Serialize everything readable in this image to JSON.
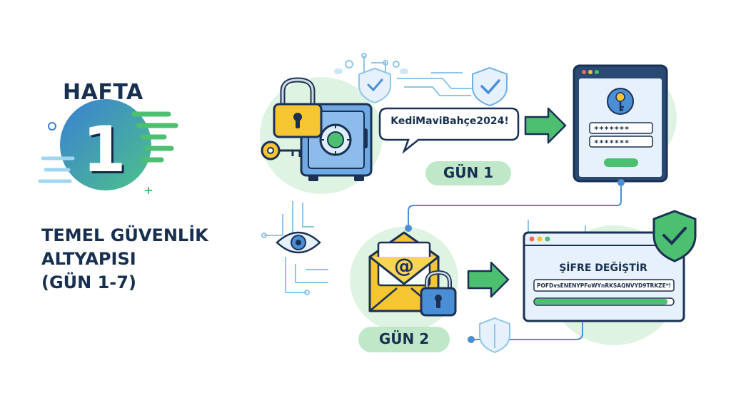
{
  "week": {
    "label": "HAFTA",
    "number": "1"
  },
  "title": {
    "line1": "TEMEL GÜVENLİK",
    "line2": "ALTYAPISI",
    "line3": "(GÜN 1-7)"
  },
  "day1": {
    "password_example": "KediMaviBahçe2024!",
    "badge": "GÜN 1",
    "masked_fields": [
      "*******",
      "*******"
    ]
  },
  "day2": {
    "email_symbol": "@",
    "badge": "GÜN 2",
    "window_title": "ŞİFRE DEĞİŞTİR",
    "generated_password": "POFDvsENENYPFoWYnRKSAQNVYD9TRKZE*!",
    "strength_fraction": 0.96
  },
  "colors": {
    "navy": "#1a3154",
    "blue": "#4a8fd6",
    "light_blue": "#e6f1fc",
    "green": "#4dbf70",
    "light_green": "#dff3e3",
    "yellow": "#f6c532"
  },
  "icons": [
    "padlock-icon",
    "key-icon",
    "safe-icon",
    "shield-check-icon",
    "envelope-icon",
    "eye-icon",
    "arrow-right-icon"
  ]
}
